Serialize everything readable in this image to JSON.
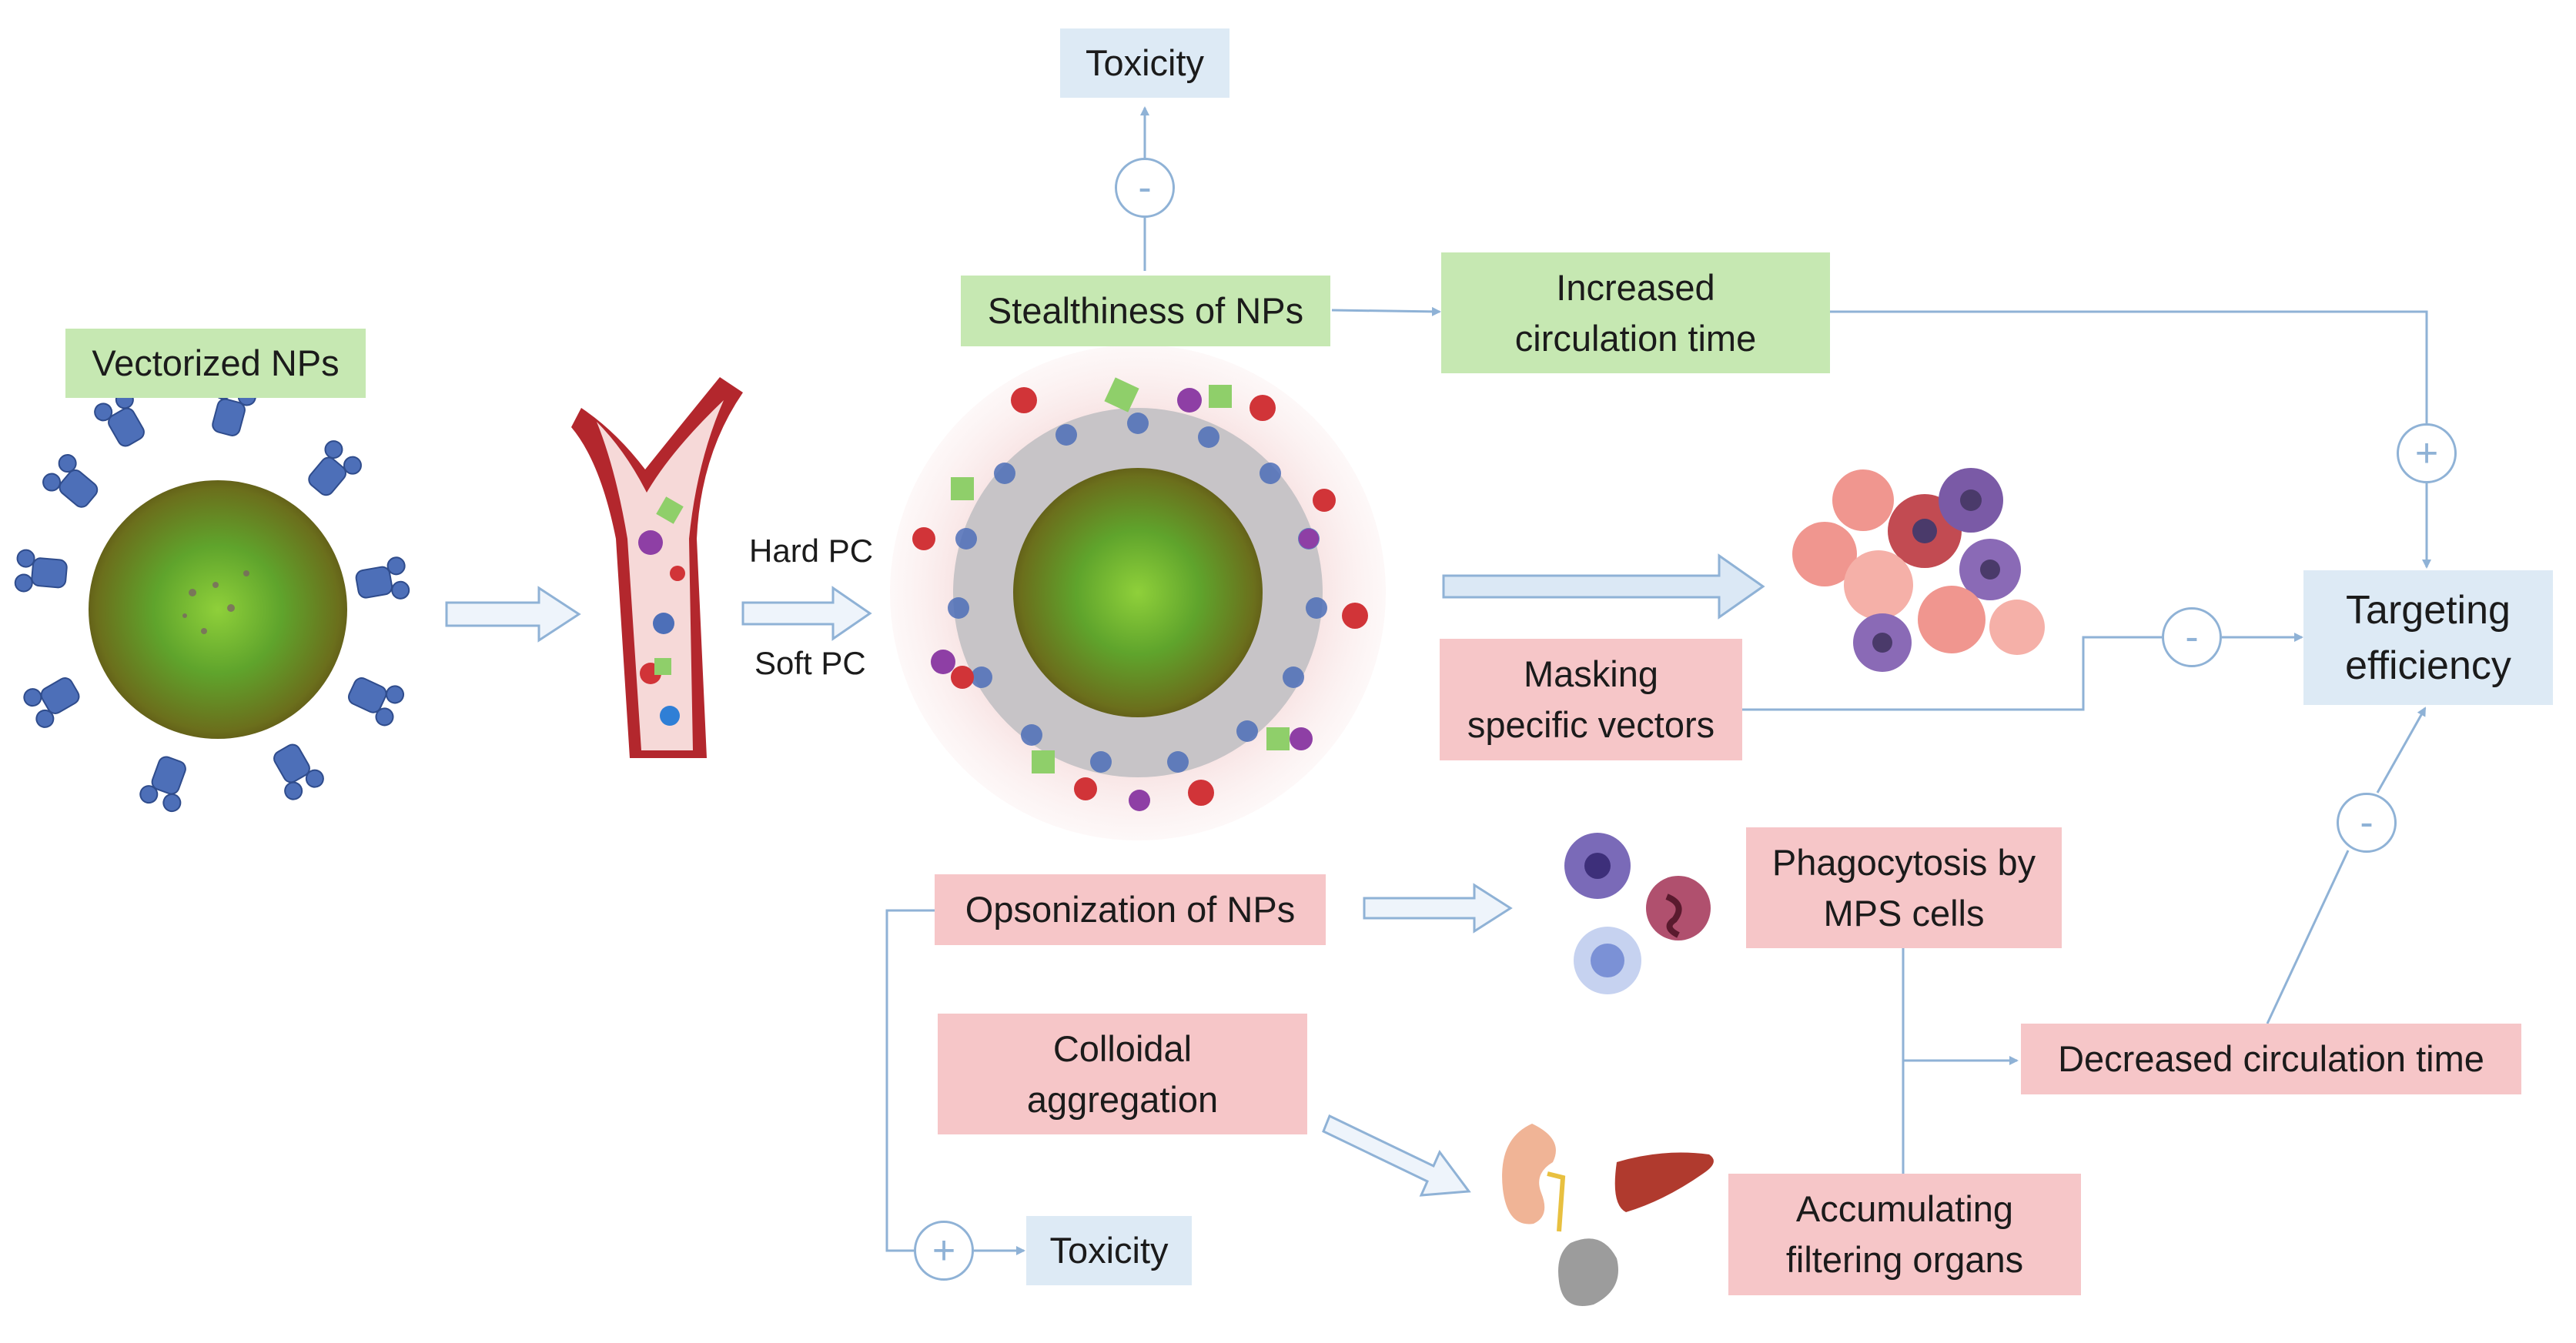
{
  "labels": {
    "vectorized": "Vectorized NPs",
    "hard_pc": "Hard PC",
    "soft_pc": "Soft PC",
    "toxicity_top": "Toxicity",
    "stealth": "Stealthiness of NPs",
    "increased": "Increased\ncirculation time",
    "masking": "Masking\nspecific vectors",
    "targeting": "Targeting\nefficiency",
    "opsonization": "Opsonization of NPs",
    "phagocytosis": "Phagocytosis by\nMPS cells",
    "colloidal": "Colloidal\naggregation",
    "decreased": "Decreased circulation time",
    "accumulating": "Accumulating\nfiltering organs",
    "toxicity_bottom": "Toxicity"
  },
  "signs": {
    "toxicity_top": "-",
    "increased_to_targeting": "+",
    "masking_to_targeting": "-",
    "decreased_to_targeting": "-",
    "opsonization_to_toxicity": "+"
  },
  "colors": {
    "green_box": "#c6e8b2",
    "pink_box": "#f6c6c8",
    "blue_box": "#ddeaf5",
    "connector": "#8fb2d6",
    "np_core": "#6f8a1e",
    "protein_blue": "#4d6fb8"
  },
  "icons": [
    "nanoparticle-icon",
    "blood-vessel-icon",
    "coated-nanoparticle-icon",
    "tumor-cells-icon",
    "immune-cells-icon",
    "kidney-icon",
    "liver-icon",
    "spleen-icon"
  ]
}
